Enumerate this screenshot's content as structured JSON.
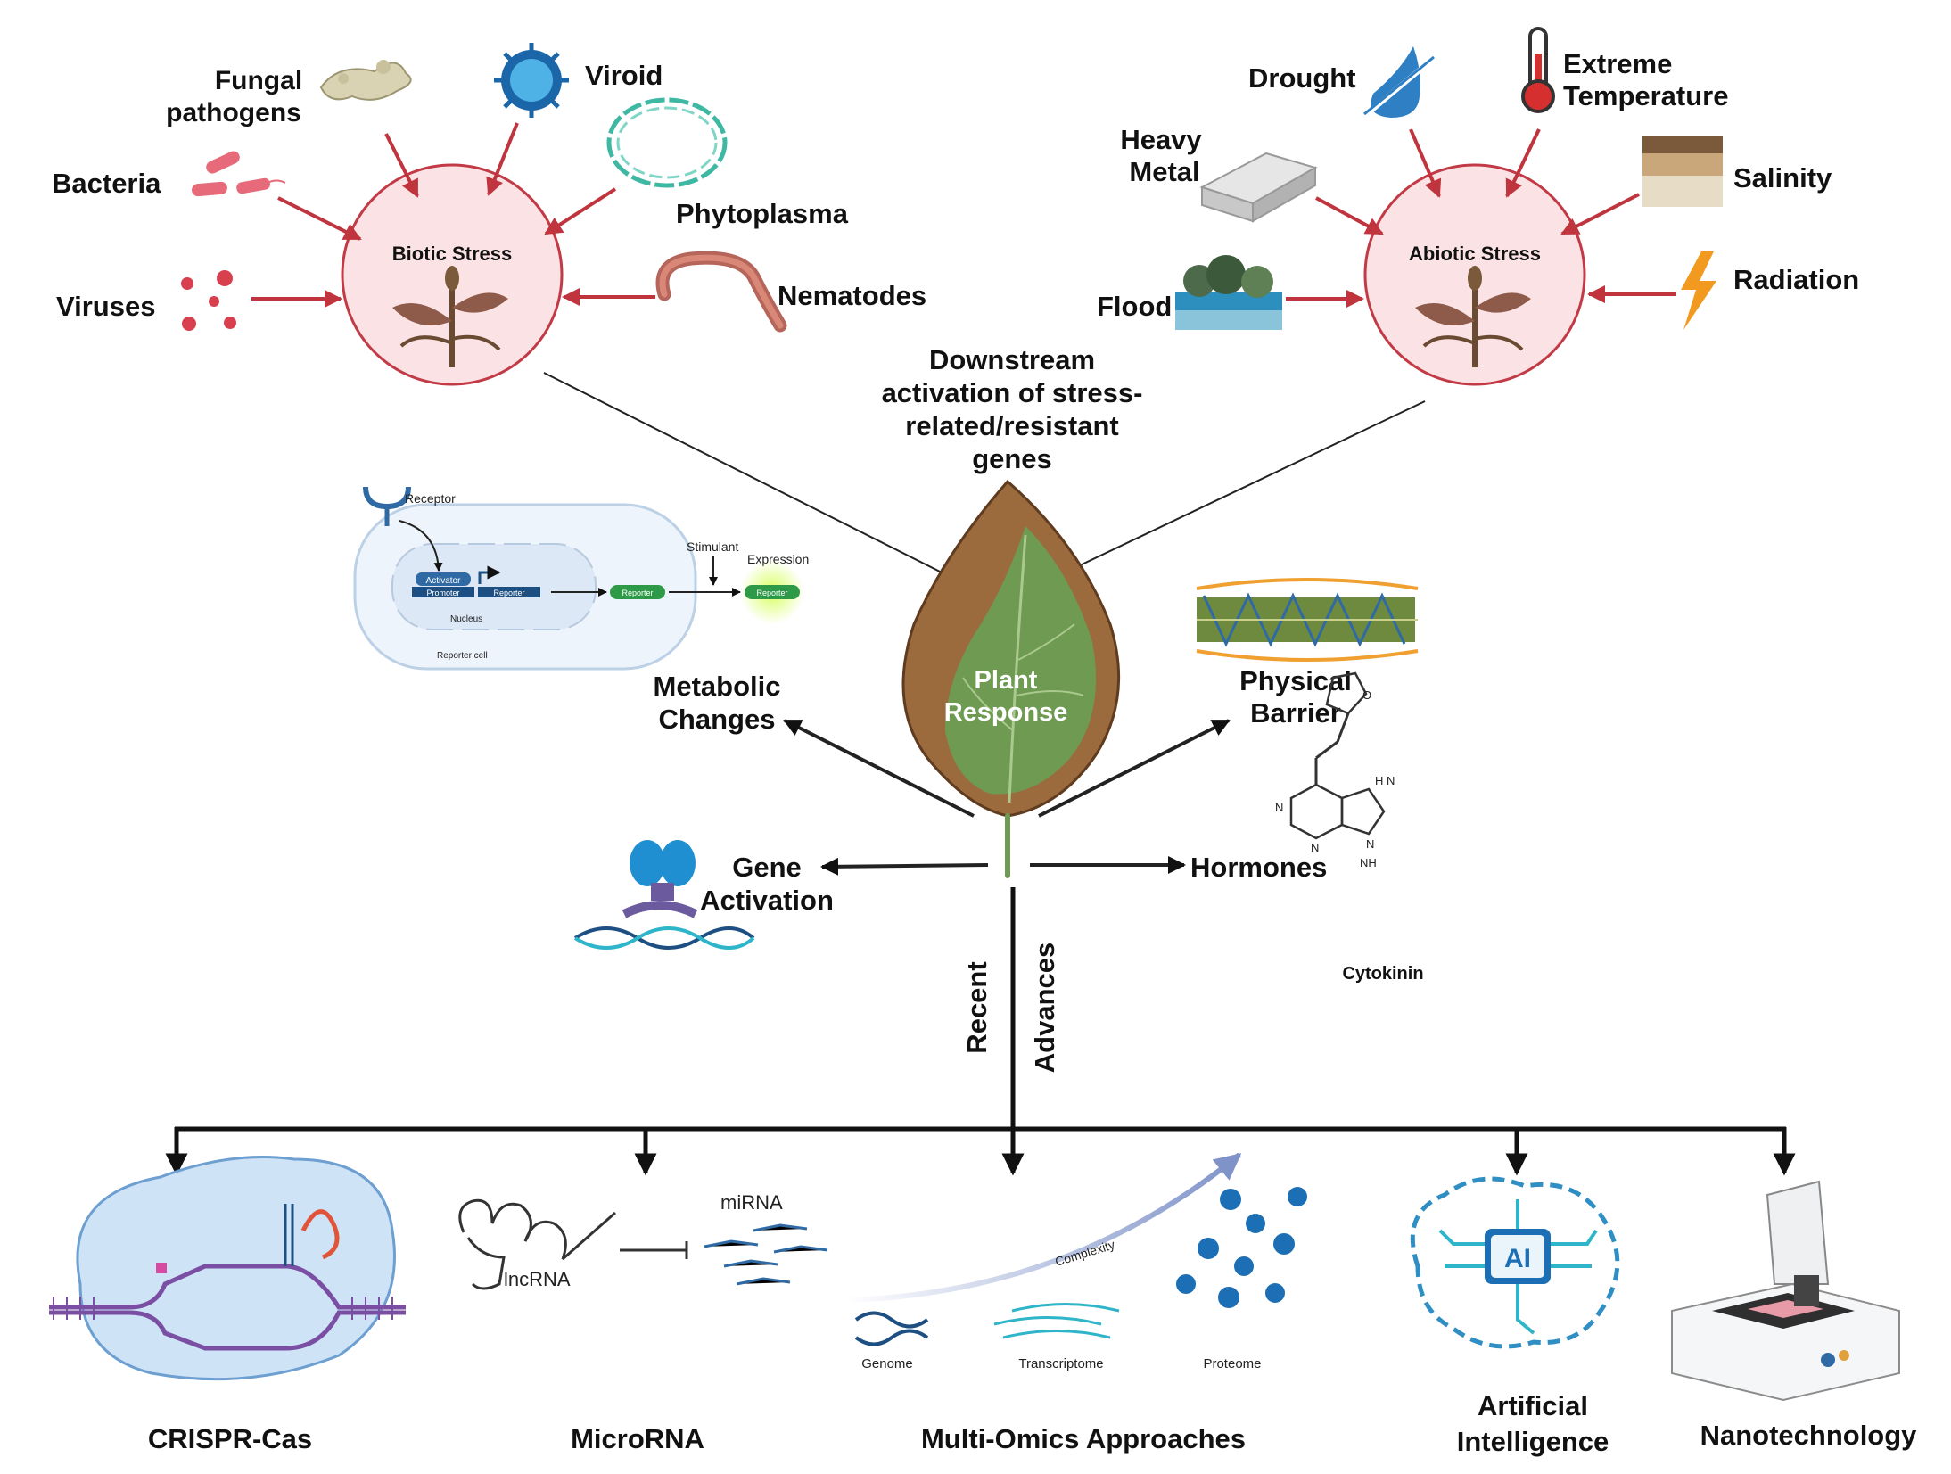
{
  "biotic": {
    "circle_label": "Biotic Stress",
    "fungal_line1": "Fungal",
    "fungal_line2": "pathogens",
    "viroid": "Viroid",
    "bacteria": "Bacteria",
    "phytoplasma": "Phytoplasma",
    "viruses": "Viruses",
    "nematodes": "Nematodes"
  },
  "abiotic": {
    "circle_label": "Abiotic Stress",
    "drought": "Drought",
    "extreme_line1": "Extreme",
    "extreme_line2": "Temperature",
    "heavy_line1": "Heavy",
    "heavy_line2": "Metal",
    "salinity": "Salinity",
    "flood": "Flood",
    "radiation": "Radiation"
  },
  "downstream": {
    "line1": "Downstream",
    "line2": "activation of stress-",
    "line3": "related/resistant",
    "line4": "genes"
  },
  "center": {
    "line1": "Plant",
    "line2": "Response"
  },
  "reporter": {
    "receptor": "Receptor",
    "activator": "Activator",
    "promoter": "Promoter",
    "reporter_gene": "Reporter",
    "nucleus": "Nucleus",
    "reporter_cell": "Reporter cell",
    "stimulant": "Stimulant",
    "expression": "Expression",
    "reporter_protein": "Reporter",
    "reporter_glow": "Reporter"
  },
  "responses": {
    "metabolic_line1": "Metabolic",
    "metabolic_line2": "Changes",
    "physical_line1": "Physical",
    "physical_line2": "Barrier",
    "gene_line1": "Gene",
    "gene_line2": "Activation",
    "hormones": "Hormones",
    "cytokinin": "Cytokinin",
    "chem_nh": "NH",
    "chem_o": "O",
    "chem_n1": "N",
    "chem_n2": "N",
    "chem_n3": "N",
    "chem_hn": "H\nN"
  },
  "trunk": {
    "recent": "Recent",
    "advances": "Advances"
  },
  "advances": {
    "crispr": "CRISPR-Cas",
    "microrna": "MicroRNA",
    "lncrna": "lncRNA",
    "mirna": "miRNA",
    "multiomics": "Multi-Omics Approaches",
    "complexity": "Complexity",
    "genome": "Genome",
    "transcriptome": "Transcriptome",
    "proteome": "Proteome",
    "ai_line1": "Artificial",
    "ai_line2": "Intelligence",
    "ai_chip": "AI",
    "nano": "Nanotechnology"
  },
  "colors": {
    "stress_arrow": "#c0343e",
    "circle_fill": "#fbe3e5",
    "circle_stroke": "#c23a46",
    "leaf_green": "#6e9a52",
    "leaf_brown": "#8b5a2b",
    "black_arrow": "#111111"
  }
}
